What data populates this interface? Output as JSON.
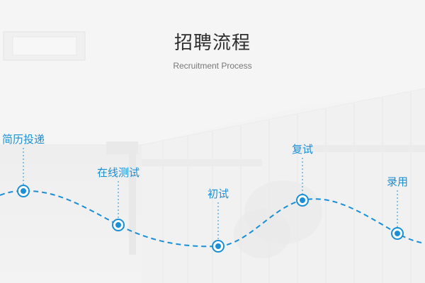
{
  "header": {
    "title": "招聘流程",
    "subtitle": "Recruitment Process"
  },
  "steps": [
    {
      "label": "简历投递"
    },
    {
      "label": "在线测试"
    },
    {
      "label": "初试"
    },
    {
      "label": "复试"
    },
    {
      "label": "录用"
    }
  ],
  "colors": {
    "accent": "#1a8fd6",
    "title": "#2e2e2e",
    "subtitle": "#777777"
  }
}
